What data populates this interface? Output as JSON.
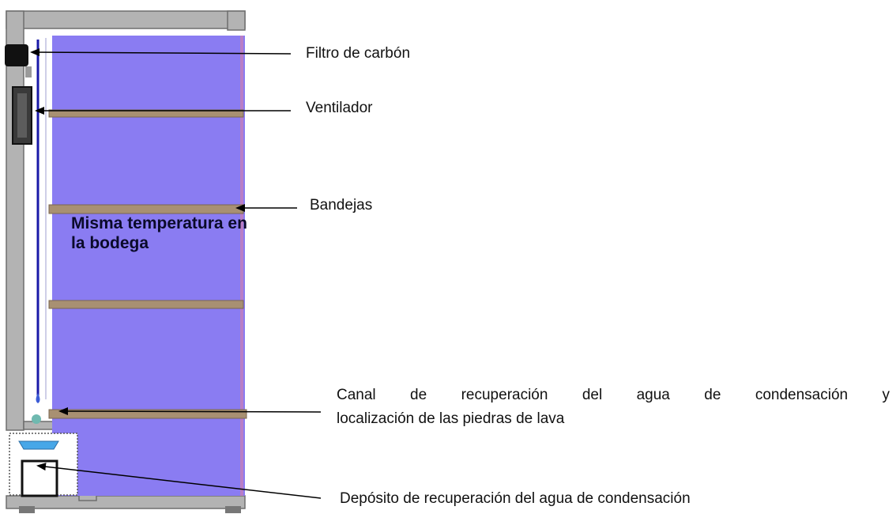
{
  "interior_text": "Misma temperatura en la bodega",
  "labels": {
    "filtro": "Filtro de carbón",
    "ventilador": "Ventilador",
    "bandejas": "Bandejas",
    "canal_line1": "Canal de recuperación del agua de condensación y",
    "canal_line2": "localización de las piedras de lava",
    "deposito": "Depósito de recuperación del agua de condensación"
  },
  "colors": {
    "interior": "#8a7cf2",
    "cabinet": "#b3b3b3",
    "shelf": "#a89072",
    "pipe": "#1a1aa8",
    "arrow": "#000000"
  }
}
